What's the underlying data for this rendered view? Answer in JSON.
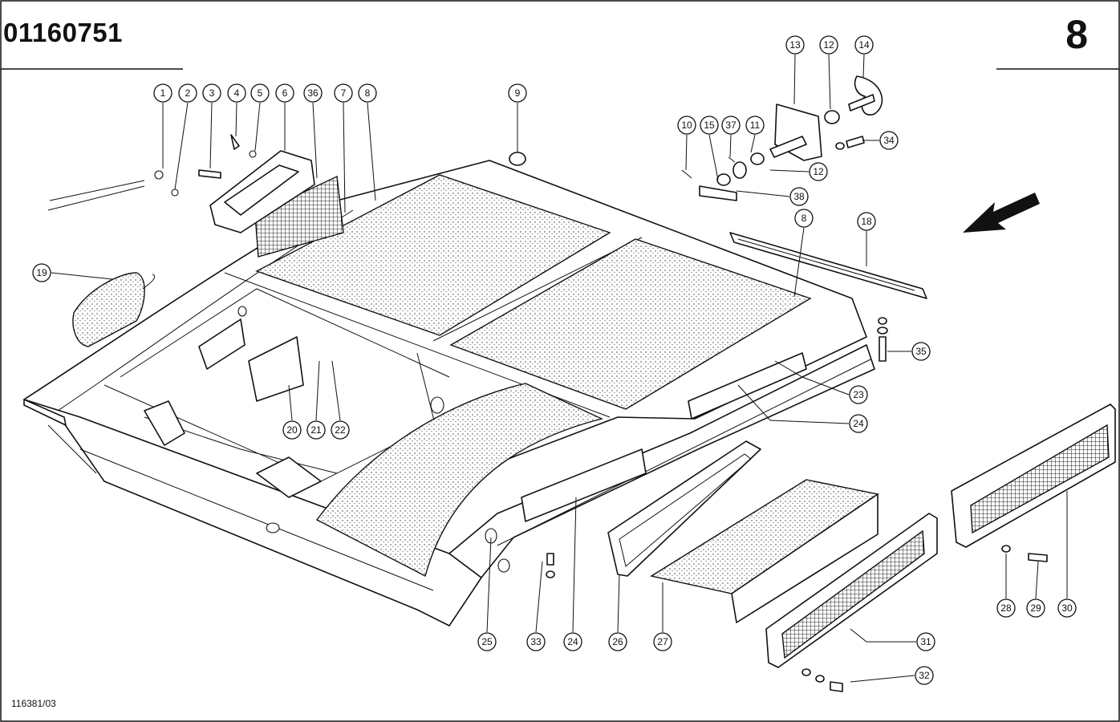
{
  "header": {
    "doc_number": "01160751",
    "page_number": "8"
  },
  "footer": {
    "drawing_number": "116381/03"
  },
  "callouts": [
    "1",
    "2",
    "3",
    "4",
    "5",
    "6",
    "36",
    "7",
    "8",
    "9",
    "13",
    "12",
    "14",
    "10",
    "15",
    "37",
    "11",
    "34",
    "12",
    "38",
    "8",
    "18",
    "19",
    "35",
    "20",
    "21",
    "22",
    "23",
    "24",
    "25",
    "33",
    "24",
    "26",
    "27",
    "31",
    "32",
    "28",
    "29",
    "30"
  ]
}
